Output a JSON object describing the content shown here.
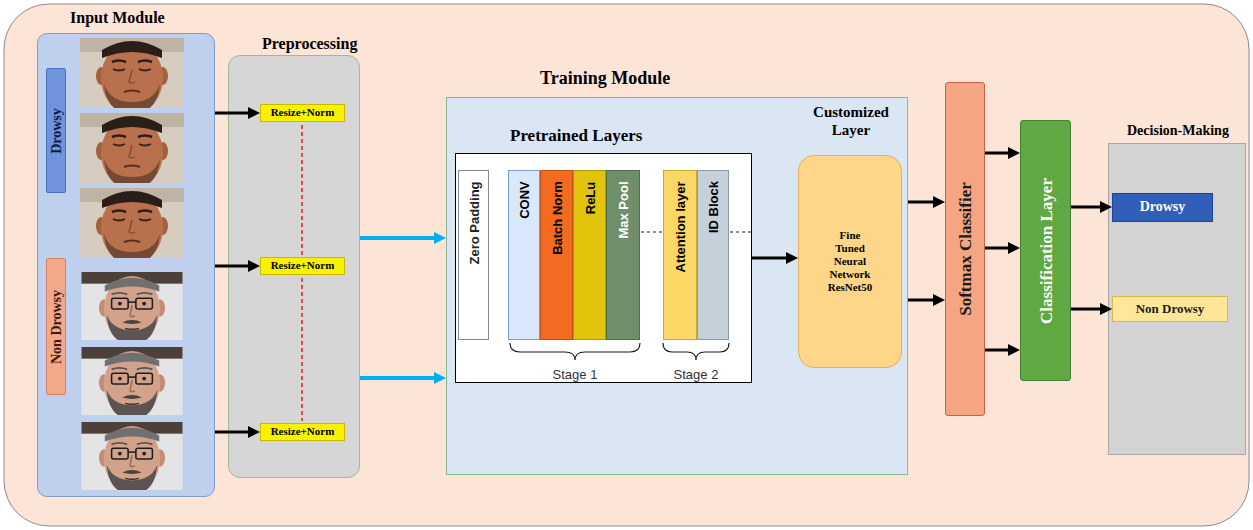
{
  "diagram": {
    "nodes": [
      {
        "text": [
          "Input Module"
        ]
      },
      {
        "text": [
          "Drowsy"
        ],
        "in": 0
      },
      {
        "text": [
          "Non Drowsy"
        ],
        "in": 0
      },
      {
        "text": [
          "Preprocessing"
        ]
      },
      {
        "text": [
          "Resize+Norm"
        ],
        "in": 3
      },
      {
        "text": [
          "Resize+Norm"
        ],
        "in": 3
      },
      {
        "text": [
          "Resize+Norm"
        ],
        "in": 3
      },
      {
        "text": [
          "Training Module"
        ]
      },
      {
        "text": [
          "Pretrained Layers"
        ],
        "in": 7
      },
      {
        "text": [
          "Zero Padding"
        ],
        "in": 8
      },
      {
        "text": [
          "CONV"
        ],
        "in": 8
      },
      {
        "text": [
          "Batch Norm"
        ],
        "in": 8
      },
      {
        "text": [
          "ReLu"
        ],
        "in": 8
      },
      {
        "text": [
          "Max Pool"
        ],
        "in": 8
      },
      {
        "text": [
          "Attention layer"
        ],
        "in": 8
      },
      {
        "text": [
          "ID Block"
        ],
        "in": 8
      },
      {
        "text": [
          "Customized Layer",
          "Fine Tuned Neural Network ResNet50"
        ],
        "in": 7
      },
      {
        "text": [
          "Softmax Classifier"
        ]
      },
      {
        "text": [
          "Classification Layer"
        ]
      },
      {
        "text": [
          "Decision-Making"
        ]
      },
      {
        "text": [
          "Drowsy"
        ],
        "in": 19
      },
      {
        "text": [
          "Non Drowsy"
        ],
        "in": 19
      }
    ],
    "edges": [
      {
        "from": 0,
        "to": 4,
        "arrow": "to"
      },
      {
        "from": 0,
        "to": 5,
        "arrow": "to"
      },
      {
        "from": 0,
        "to": 6,
        "arrow": "to"
      },
      {
        "from": 3,
        "to": 7,
        "arrow": "to"
      },
      {
        "from": 3,
        "to": 7,
        "arrow": "to"
      },
      {
        "from": 8,
        "to": 16,
        "arrow": "to"
      },
      {
        "from": 7,
        "to": 17,
        "arrow": "to"
      },
      {
        "from": 7,
        "to": 17,
        "arrow": "to"
      },
      {
        "from": 17,
        "to": 18,
        "arrow": "to"
      },
      {
        "from": 17,
        "to": 18,
        "arrow": "to"
      },
      {
        "from": 17,
        "to": 18,
        "arrow": "to"
      },
      {
        "from": 18,
        "to": 20,
        "arrow": "to"
      },
      {
        "from": 18,
        "to": 21,
        "arrow": "to"
      }
    ],
    "labels": [
      "Stage 1",
      "Stage 2"
    ]
  }
}
